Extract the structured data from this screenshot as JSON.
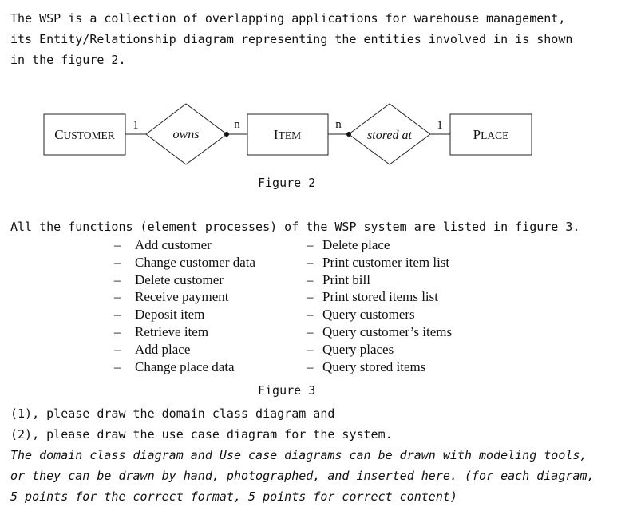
{
  "intro": {
    "lines": [
      "The WSP is a collection of overlapping applications for warehouse management,",
      "its Entity/Relationship diagram representing the entities involved in is shown",
      "in the figure 2."
    ]
  },
  "er_diagram": {
    "entities": {
      "customer": {
        "initial": "C",
        "rest": "USTOMER"
      },
      "item": {
        "initial": "I",
        "rest": "TEM"
      },
      "place": {
        "initial": "P",
        "rest": "LACE"
      }
    },
    "relationships": {
      "owns": "owns",
      "stored_at": "stored at"
    },
    "cardinalities": {
      "customer_owns": "1",
      "owns_item": "n",
      "item_stored": "n",
      "stored_place": "1"
    },
    "caption": "Figure 2"
  },
  "functions": {
    "intro": "All the functions (element processes) of the WSP system are listed in figure 3.",
    "dash": "–",
    "column1": [
      "Add customer",
      "Change customer data",
      "Delete customer",
      "Receive payment",
      "Deposit item",
      "Retrieve item",
      "Add place",
      "Change place data"
    ],
    "column2": [
      "Delete place",
      "Print customer item list",
      "Print bill",
      "Print stored items list",
      "Query customers",
      "Query customer’s items",
      "Query places",
      "Query stored items"
    ],
    "caption": "Figure 3"
  },
  "questions": [
    "(1), please draw the domain class diagram and",
    "(2), please draw the use case diagram for the system."
  ],
  "notes": [
    "The domain class diagram and Use case diagrams can be drawn with modeling tools,",
    "or they can be drawn by hand, photographed, and inserted here. (for each diagram,",
    "5 points for the correct format, 5 points for correct content)"
  ]
}
